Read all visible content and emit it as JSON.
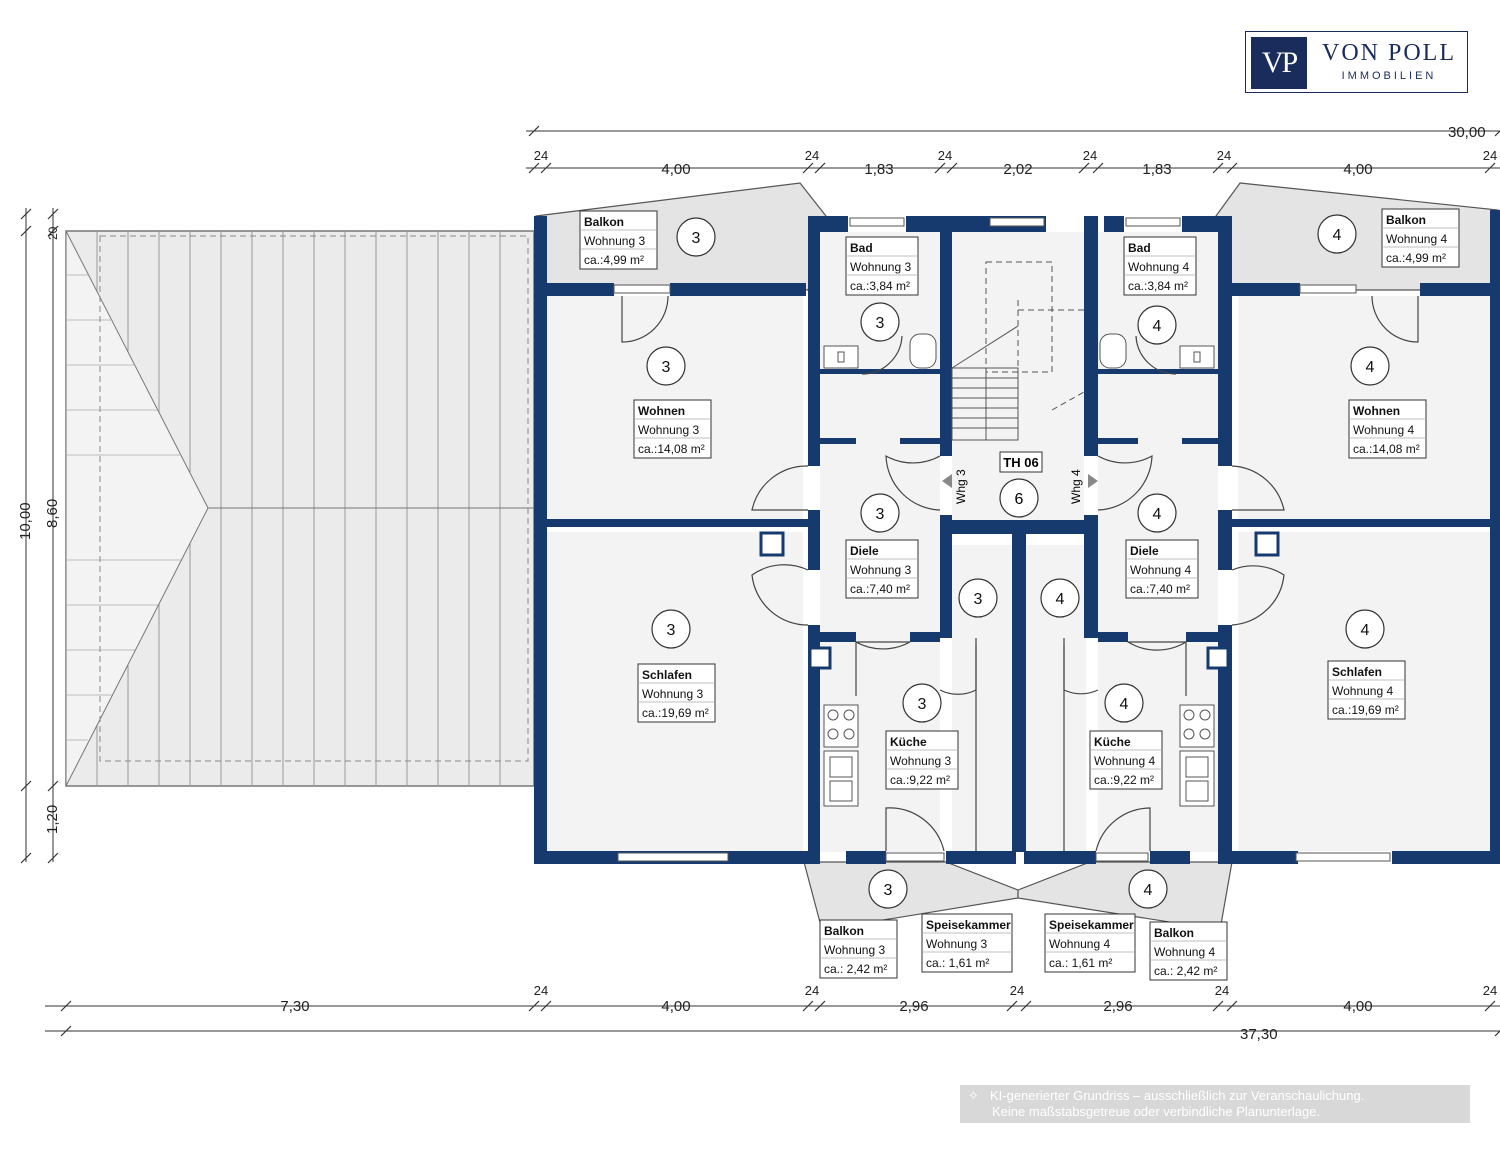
{
  "logo": {
    "mark": "VP",
    "name": "VON POLL",
    "sub": "IMMOBILIEN"
  },
  "disclaimer": {
    "line1": "KI-generierter Grundriss – ausschließlich zur Veranschaulichung.",
    "line2": "Keine maßstabsgetreue oder verbindliche Planunterlage."
  },
  "colors": {
    "wall": "#173a6e",
    "brand": "#1a2c5b",
    "floor": "#f2f2f2",
    "roof": "#e6e6e6"
  },
  "dimensions": {
    "top_total": "30,00",
    "top": [
      "24",
      "4,00",
      "24",
      "1,83",
      "24",
      "2,02",
      "24",
      "1,83",
      "24",
      "4,00",
      "24"
    ],
    "bottom": [
      "7,30",
      "24",
      "4,00",
      "24",
      "2,96",
      "24",
      "2,96",
      "24",
      "4,00",
      "24"
    ],
    "bottom_total": "37,30",
    "left": [
      "20",
      "8,60",
      "1,20"
    ],
    "left_total": "10,00"
  },
  "core": {
    "stair_label": "TH 06",
    "stair_number": "6",
    "door_left": "Whg 3",
    "door_right": "Whg 4"
  },
  "rooms": [
    {
      "id": "balkon3n",
      "lines": [
        "Balkon",
        "Wohnung 3",
        "ca.:4,99 m²"
      ],
      "marker": "3"
    },
    {
      "id": "bad3",
      "lines": [
        "Bad",
        "Wohnung 3",
        "ca.:3,84 m²"
      ],
      "marker": "3"
    },
    {
      "id": "bad4",
      "lines": [
        "Bad",
        "Wohnung 4",
        "ca.:3,84 m²"
      ],
      "marker": "4"
    },
    {
      "id": "balkon4n",
      "lines": [
        "Balkon",
        "Wohnung 4",
        "ca.:4,99 m²"
      ],
      "marker": "4"
    },
    {
      "id": "wohnen3",
      "lines": [
        "Wohnen",
        "Wohnung 3",
        "ca.:14,08 m²"
      ],
      "marker": "3"
    },
    {
      "id": "wohnen4",
      "lines": [
        "Wohnen",
        "Wohnung 4",
        "ca.:14,08 m²"
      ],
      "marker": "4"
    },
    {
      "id": "diele3",
      "lines": [
        "Diele",
        "Wohnung 3",
        "ca.:7,40 m²"
      ],
      "marker": "3"
    },
    {
      "id": "diele4",
      "lines": [
        "Diele",
        "Wohnung 4",
        "ca.:7,40 m²"
      ],
      "marker": "4"
    },
    {
      "id": "schlafen3",
      "lines": [
        "Schlafen",
        "Wohnung 3",
        "ca.:19,69 m²"
      ],
      "marker": "3"
    },
    {
      "id": "schlafen4",
      "lines": [
        "Schlafen",
        "Wohnung 4",
        "ca.:19,69 m²"
      ],
      "marker": "4"
    },
    {
      "id": "kueche3",
      "lines": [
        "Küche",
        "Wohnung 3",
        "ca.:9,22 m²"
      ],
      "marker": "3"
    },
    {
      "id": "kueche4",
      "lines": [
        "Küche",
        "Wohnung 4",
        "ca.:9,22 m²"
      ],
      "marker": "4"
    },
    {
      "id": "speise3",
      "lines": [
        "Speisekammer",
        "Wohnung 3",
        "ca.:      1,61 m²"
      ],
      "marker": "3"
    },
    {
      "id": "speise4",
      "lines": [
        "Speisekammer",
        "Wohnung 4",
        "ca.:      1,61 m²"
      ],
      "marker": "4"
    },
    {
      "id": "balkon3s",
      "lines": [
        "Balkon",
        "Wohnung 3",
        "ca.: 2,42 m²"
      ],
      "marker": "3"
    },
    {
      "id": "balkon4s",
      "lines": [
        "Balkon",
        "Wohnung 4",
        "ca.: 2,42 m²"
      ],
      "marker": "4"
    }
  ]
}
